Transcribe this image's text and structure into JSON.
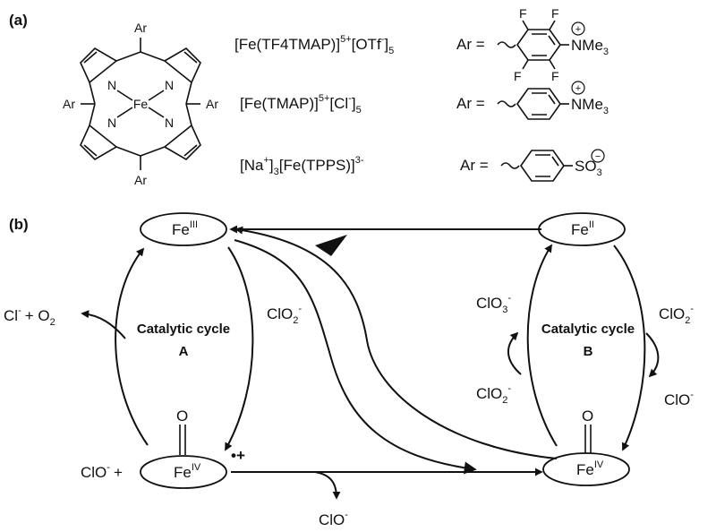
{
  "panel_a": {
    "label": "(a)",
    "porphyrin": {
      "ar": "Ar",
      "n": "N",
      "fe": "Fe"
    },
    "compounds": [
      {
        "formula_main": "[Fe(TF4TMAP)]",
        "formula_sup": "5+",
        "counter_main": "[OTf",
        "counter_sup": "-",
        "counter_tail": "]",
        "subscript": "5",
        "ar_eq": "Ar =",
        "group_text": "NMe",
        "group_sub": "3",
        "group_charge": "+",
        "fluoro": "F"
      },
      {
        "formula_main": "[Fe(TMAP)]",
        "formula_sup": "5+",
        "counter_main": "[Cl",
        "counter_sup": "-",
        "counter_tail": "]",
        "subscript": "5",
        "ar_eq": "Ar =",
        "group_text": "NMe",
        "group_sub": "3",
        "group_charge": "+"
      },
      {
        "formula_pre": "[Na",
        "formula_pre_sup": "+",
        "formula_pre_tail": "]",
        "formula_pre_sub": "3",
        "formula_main": "[Fe(TPPS)]",
        "formula_sup": "3-",
        "ar_eq": "Ar =",
        "group_text": "SO",
        "group_sub": "3",
        "group_charge": "−"
      }
    ]
  },
  "panel_b": {
    "label": "(b)",
    "fe_iii": {
      "base": "Fe",
      "ox": "III"
    },
    "fe_ii": {
      "base": "Fe",
      "ox": "II"
    },
    "fe_iv_a": {
      "base": "Fe",
      "ox": "IV",
      "o": "O",
      "radical": "•+"
    },
    "fe_iv_b": {
      "base": "Fe",
      "ox": "IV",
      "o": "O"
    },
    "cycle_a": {
      "line1": "Catalytic cycle",
      "line2": "A"
    },
    "cycle_b": {
      "line1": "Catalytic cycle",
      "line2": "B"
    },
    "clo2_a": {
      "base": "ClO",
      "sub": "2",
      "sup": "-"
    },
    "clo2_b": {
      "base": "ClO",
      "sub": "2",
      "sup": "-"
    },
    "clo2_b_in": {
      "base": "ClO",
      "sub": "2",
      "sup": "-"
    },
    "clo3_b": {
      "base": "ClO",
      "sub": "3",
      "sup": "-"
    },
    "cl_o2": {
      "cl": "Cl",
      "cl_sup": "-",
      "plus": "+ O",
      "o_sub": "2"
    },
    "clo_plus": {
      "base": "ClO",
      "sup": "-",
      "plus": "+"
    },
    "clo_b_out": {
      "base": "ClO",
      "sup": "-"
    },
    "clo_bottom": {
      "base": "ClO",
      "sup": "-"
    }
  }
}
